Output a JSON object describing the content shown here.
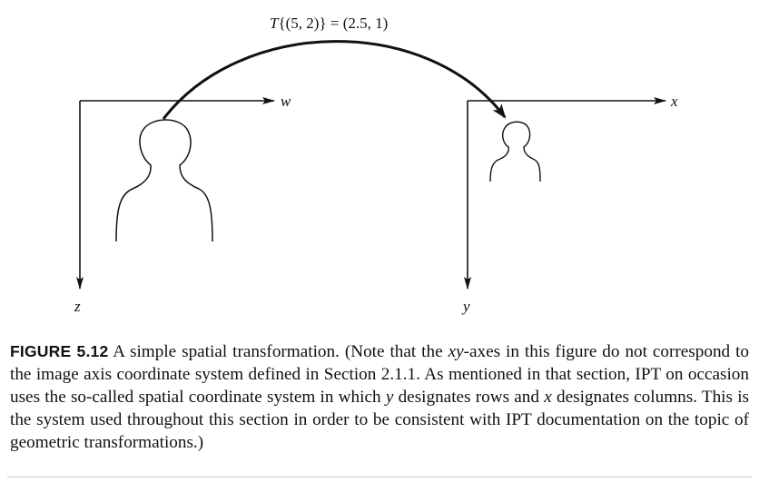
{
  "figure": {
    "transform_label": {
      "fn": "T",
      "open": "{(5, 2)} = (2.5, 1)"
    },
    "left_axes": {
      "horizontal_label": "w",
      "vertical_label": "z"
    },
    "right_axes": {
      "horizontal_label": "x",
      "vertical_label": "y"
    },
    "colors": {
      "ink": "#111111"
    }
  },
  "caption": {
    "label": "FIGURE 5.12",
    "text_1": " A simple spatial transformation. (Note that the ",
    "italic_1": "xy",
    "text_2": "-axes in this figure do not correspond to the image axis coordinate system defined in Section 2.1.1. As mentioned in that section, IPT on occasion uses the so-called spatial coordinate system in which ",
    "italic_2": "y",
    "text_3": " designates rows and ",
    "italic_3": "x",
    "text_4": " designates columns. This is the system used throughout this section in order to be consistent with IPT documentation on the topic of geometric transformations.)"
  }
}
